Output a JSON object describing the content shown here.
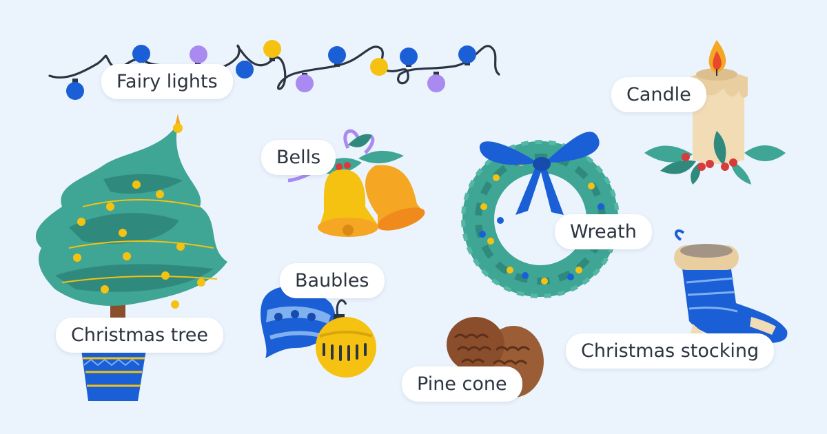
{
  "labels": {
    "fairy_lights": "Fairy lights",
    "candle": "Candle",
    "bells": "Bells",
    "wreath": "Wreath",
    "baubles": "Baubles",
    "christmas_tree": "Christmas tree",
    "christmas_stocking": "Christmas stocking",
    "pine_cone": "Pine cone"
  },
  "colors": {
    "background": "#ebf3fc",
    "label_bg": "#ffffff",
    "label_text": "#2c3440",
    "blue": "#1a5fd6",
    "purple": "#a98af0",
    "yellow": "#f5c211",
    "teal": "#3fa595",
    "orange": "#f5a623",
    "brown": "#8a4e2c",
    "cream": "#f1dcb6"
  }
}
